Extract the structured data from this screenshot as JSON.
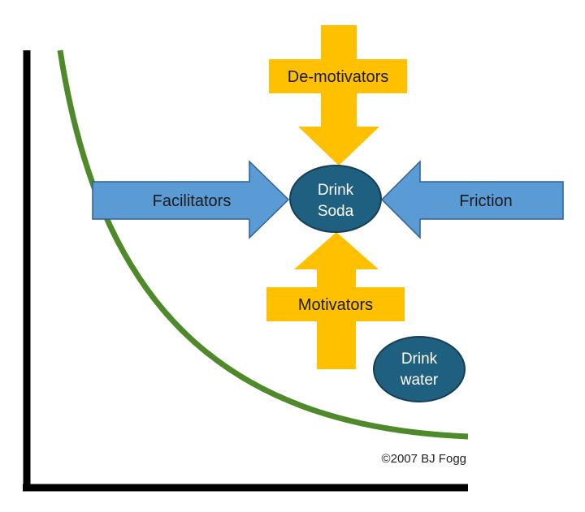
{
  "colors": {
    "axis": "#000000",
    "curve": "#4e8a2a",
    "vertical_arrow": "#ffc000",
    "horizontal_arrow": "#5b9bd5",
    "arrow_outline_blue": "#2f5f95",
    "node_fill": "#1f5f80",
    "node_outline": "#163f55"
  },
  "arrows": {
    "top": {
      "label": "De-motivators"
    },
    "bottom": {
      "label": "Motivators"
    },
    "left": {
      "label": "Facilitators"
    },
    "right": {
      "label": "Friction"
    }
  },
  "nodes": {
    "soda": {
      "line1": "Drink",
      "line2": "Soda"
    },
    "water": {
      "line1": "Drink",
      "line2": "water"
    }
  },
  "credit": "©2007 BJ Fogg"
}
